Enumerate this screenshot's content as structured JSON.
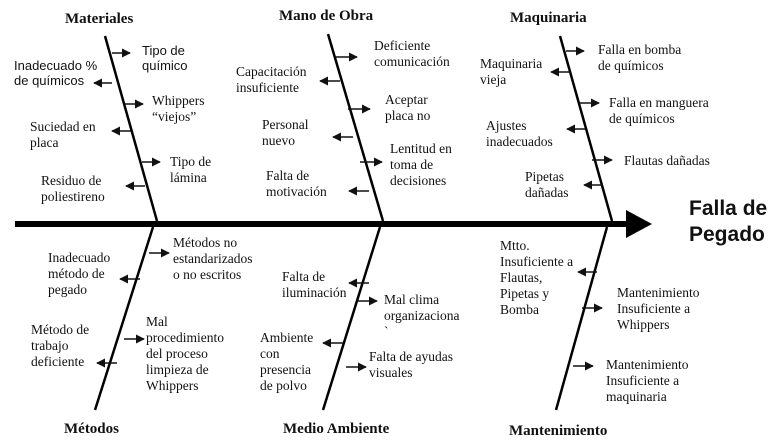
{
  "categories": {
    "materiales": "Materiales",
    "mano_de_obra": "Mano de Obra",
    "maquinaria": "Maquinaria",
    "metodos": "Métodos",
    "medio_ambiente": "Medio Ambiente",
    "mantenimiento": "Mantenimiento"
  },
  "effect": "Falla de\nPegado",
  "causes": {
    "materiales": {
      "tipo_quimico": "Tipo de\nquímico",
      "inadecuado_pct": "Inadecuado %\nde químicos",
      "whippers_viejos": "Whippers\n“viejos”",
      "suciedad_placa": "Suciedad en\nplaca",
      "tipo_lamina": "Tipo de\nlámina",
      "residuo_poliestireno": "Residuo de\npoliestireno"
    },
    "mano_de_obra": {
      "deficiente_comunicacion": "Deficiente\ncomunicación",
      "capacitacion": "Capacitación\ninsuficiente",
      "aceptar_placa": "Aceptar\nplaca no",
      "personal_nuevo": "Personal\nnuevo",
      "lentitud": "Lentitud en\ntoma de\ndecisiones",
      "falta_motivacion": "Falta de\nmotivación"
    },
    "maquinaria": {
      "falla_bomba": "Falla en bomba\nde químicos",
      "maquinaria_vieja": "Maquinaria\nvieja",
      "falla_manguera": "Falla en manguera\nde químicos",
      "ajustes": "Ajustes\ninadecuados",
      "flautas": "Flautas dañadas",
      "pipetas": "Pipetas\ndañadas"
    },
    "metodos": {
      "no_estandarizados": "Métodos no\nestandarizados\no no escritos",
      "inadecuado_metodo": "Inadecuado\nmétodo de\npegado",
      "trabajo_deficiente": "Método de\ntrabajo\ndeficiente",
      "mal_procedimiento": "Mal\nprocedimiento\ndel proceso\nlimpieza de\nWhippers"
    },
    "medio_ambiente": {
      "falta_iluminacion": "Falta de\niluminación",
      "mal_clima": "Mal clima\norganizaciona\n`",
      "ambiente_polvo": "Ambiente\ncon\npresencia\nde polvo",
      "falta_ayudas": "Falta de ayudas\nvisuales"
    },
    "mantenimiento": {
      "mtto_flautas": "Mtto.\nInsuficiente a\nFlautas,\nPipetas y\nBomba",
      "mant_whippers": "Mantenimiento\nInsuficiente a\nWhippers",
      "mant_maquinaria": "Mantenimiento\nInsuficiente a\nmaquinaria"
    }
  }
}
